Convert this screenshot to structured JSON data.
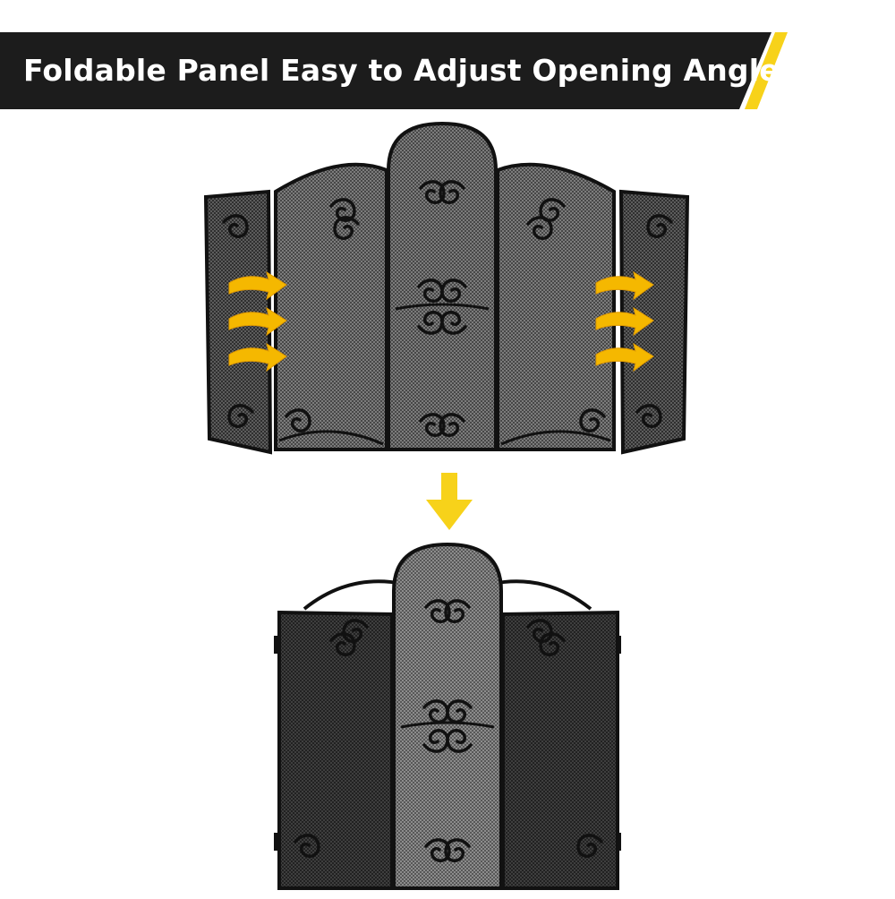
{
  "banner": {
    "title": "Foldable Panel Easy to Adjust Opening Angle",
    "background_color": "#1c1c1c",
    "accent_color": "#f7d21a",
    "text_color": "#ffffff"
  },
  "images": {
    "open_screen": {
      "icon": "fireplace-screen-unfolded"
    },
    "folded_screen": {
      "icon": "fireplace-screen-folded"
    }
  },
  "indicators": {
    "fold_arrows_color": "#f5b800",
    "down_arrow_color": "#f7d21a"
  }
}
